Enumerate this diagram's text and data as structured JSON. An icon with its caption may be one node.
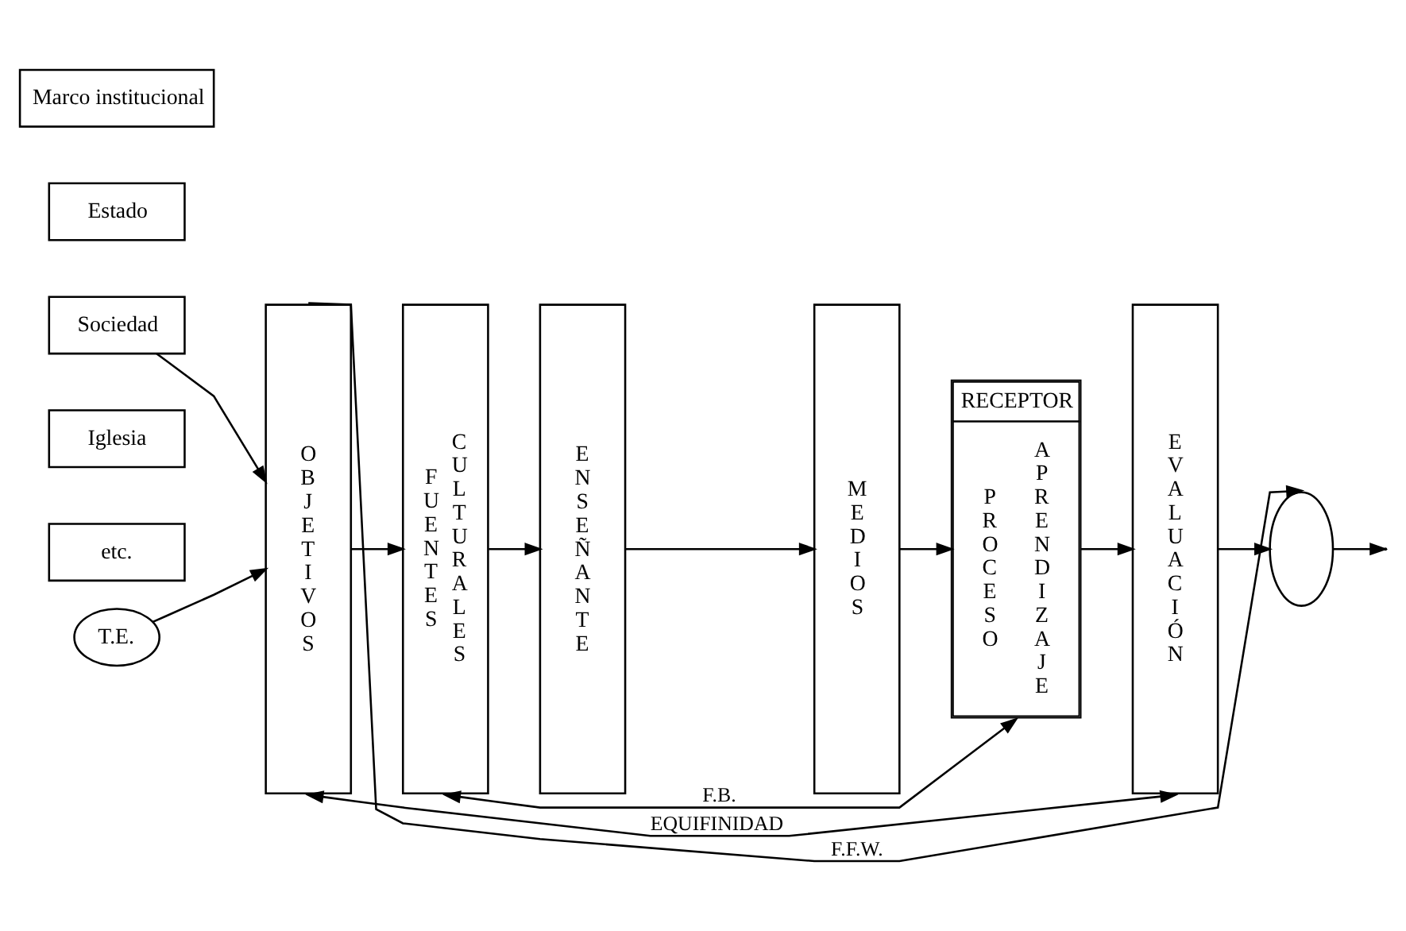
{
  "diagram": {
    "nodes": [
      {
        "text": [
          "Marco institucional"
        ]
      },
      {
        "text": [
          "Estado"
        ]
      },
      {
        "text": [
          "Sociedad"
        ]
      },
      {
        "text": [
          "Iglesia"
        ]
      },
      {
        "text": [
          "etc."
        ]
      },
      {
        "text": [
          "T.E."
        ]
      },
      {
        "text": [
          "OBJETIVOS"
        ]
      },
      {
        "text": [
          "FUENTES",
          "CULTURALES"
        ]
      },
      {
        "text": [
          "ENSEÑANTE"
        ]
      },
      {
        "text": [
          "MEDIOS"
        ]
      },
      {
        "text": [
          "RECEPTOR",
          "PROCESO",
          "APRENDIZAJE"
        ]
      },
      {
        "text": [
          "EVALUACIÓN"
        ]
      },
      {
        "text": [],
        "shape": "ellipse"
      }
    ],
    "edges": [
      {
        "from": 5,
        "to": 6,
        "arrow": "to"
      },
      {
        "from": 2,
        "to": 6,
        "arrow": "to"
      },
      {
        "from": 6,
        "to": 7,
        "arrow": "to"
      },
      {
        "from": 7,
        "to": 8,
        "arrow": "to"
      },
      {
        "from": 8,
        "to": 9,
        "arrow": "to"
      },
      {
        "from": 9,
        "to": 10,
        "arrow": "to"
      },
      {
        "from": 10,
        "to": 11,
        "arrow": "to"
      },
      {
        "from": 11,
        "to": 12,
        "arrow": "to"
      },
      {
        "from": 12,
        "to": null,
        "arrow": "to"
      },
      {
        "from": 6,
        "to": 12,
        "arrow": "to",
        "label": "F.F.W."
      },
      {
        "from": 7,
        "to": 10,
        "arrow": "both",
        "label": "F.B."
      },
      {
        "from": 6,
        "to": 11,
        "arrow": "both",
        "label": "EQUIFINIDAD"
      }
    ]
  }
}
